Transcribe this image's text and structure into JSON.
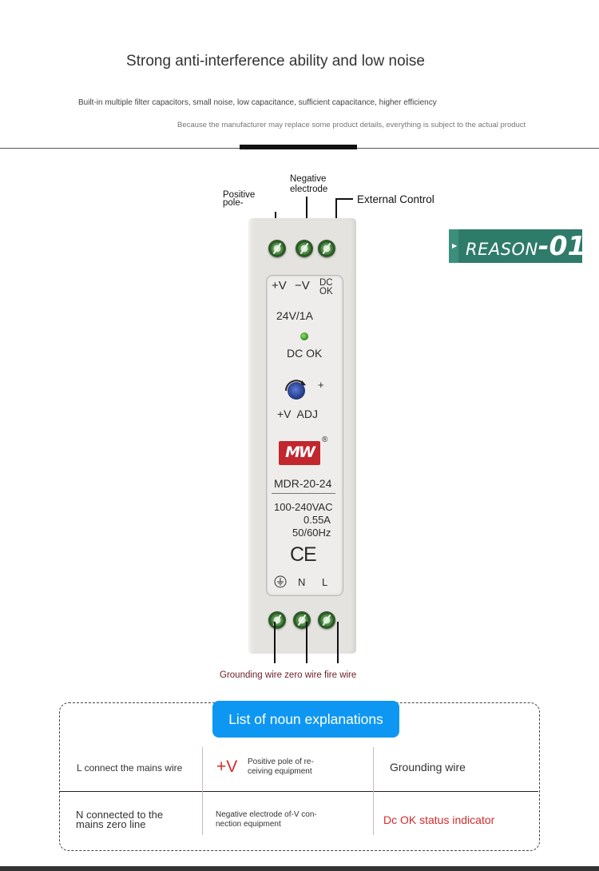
{
  "header": {
    "title": "Strong anti-interference ability and low noise",
    "subtitle": "Built-in multiple filter capacitors, small noise, low capacitance, sufficient capacitance, higher efficiency",
    "disclaimer": "Because the manufacturer may replace some product details, everything is subject to the actual product"
  },
  "diagram": {
    "label_positive": "Positive\npole-",
    "label_negative": "Negative\nelectrode",
    "label_external": "External Control",
    "bottom_label": "Grounding wire zero wire fire wire"
  },
  "badge": {
    "word": "REASON",
    "dash": "-",
    "number": "01"
  },
  "panel": {
    "plus_v": "+V",
    "minus_v": "−V",
    "dc_ok_top": "DC\nOK",
    "rating": "24V/1A",
    "dc_ok_led": "DC OK",
    "adj_plus": "+",
    "adj_label": "+V  ADJ",
    "logo_text": "MW",
    "registered": "®",
    "model": "MDR-20-24",
    "input_voltage": "100-240VAC",
    "input_current": "0.55A",
    "input_freq": "50/60Hz",
    "ce_mark": "CE",
    "terminal_n": "N",
    "terminal_l": "L"
  },
  "glossary": {
    "heading": "List of noun explanations",
    "l_wire": "L connect the mains wire",
    "plus_v_symbol": "+V",
    "plus_v_desc": "Positive pole of re-\nceiving equipment",
    "grounding": "Grounding wire",
    "n_wire": "N connected to the\nmains zero line",
    "minus_v_desc": "Negative electrode of-V con-\nnection equipment",
    "dc_ok": "Dc OK status indicator"
  },
  "colors": {
    "accent_blue": "#0e97f2",
    "badge_green": "#2f7b6a",
    "terminal_green": "#4d8a44",
    "logo_red": "#c1272d",
    "glossary_red": "#d42a2a"
  }
}
